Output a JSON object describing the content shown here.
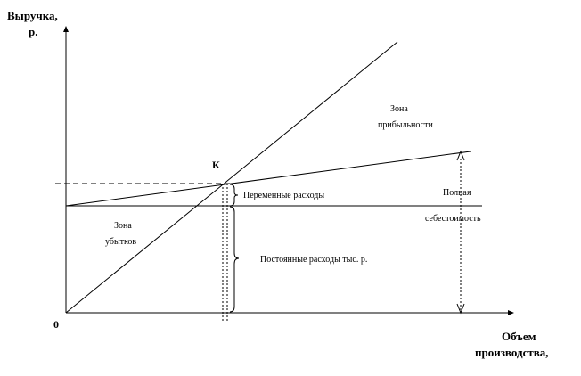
{
  "y_axis": {
    "title_line1": "Выручка,",
    "title_line2": "р."
  },
  "x_axis": {
    "title_line1": "Объем",
    "title_line2": "производства,"
  },
  "origin_label": "0",
  "breakeven_label": "К",
  "zones": {
    "profit_line1": "Зона",
    "profit_line2": "прибыльности",
    "loss_line1": "Зона",
    "loss_line2": "убытков"
  },
  "labels": {
    "variable_costs": "Переменные расходы",
    "fixed_costs": "Постоянные расходы тыс. р.",
    "full_cost_line1": "Полная",
    "full_cost_line2": "себестоимость"
  }
}
